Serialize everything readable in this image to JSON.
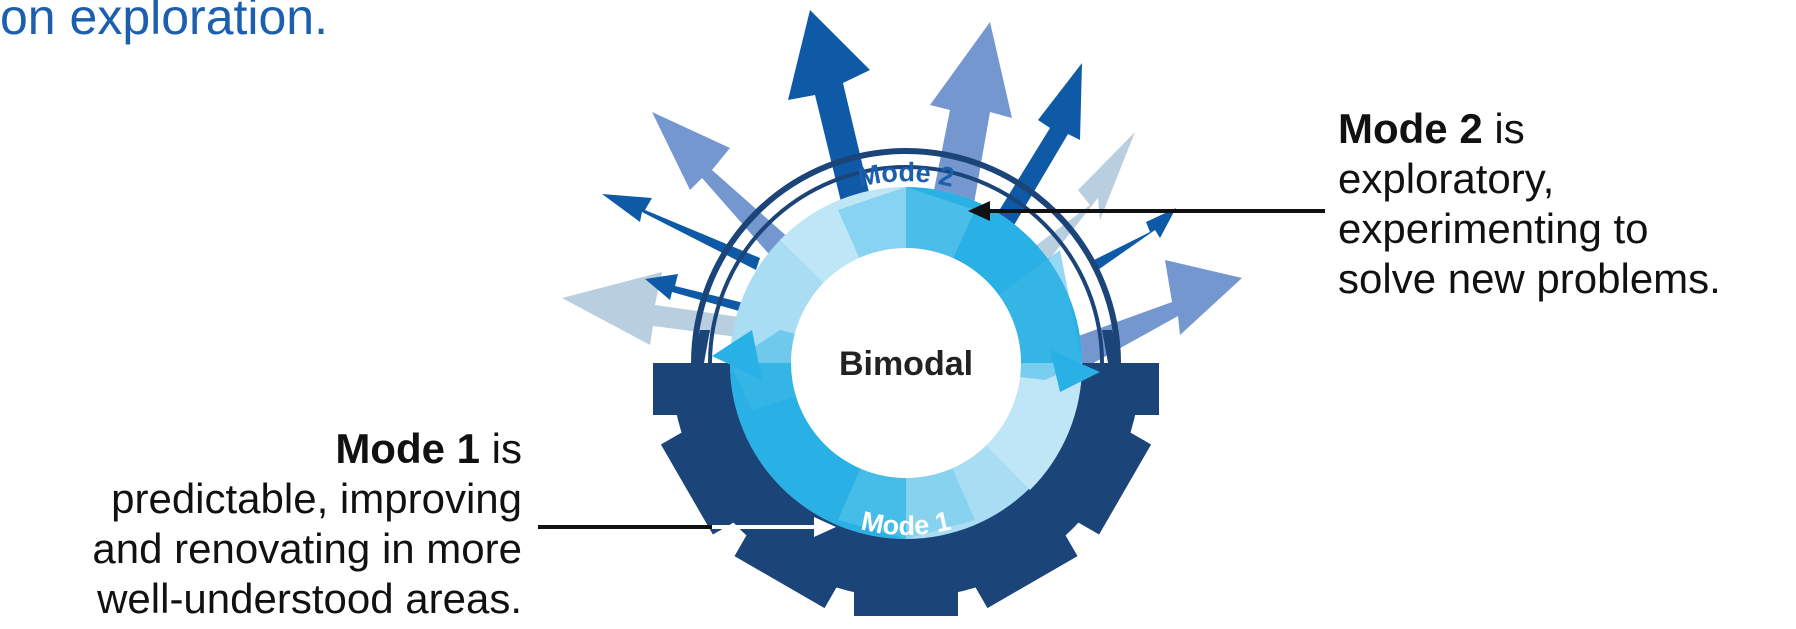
{
  "heading": {
    "fragment": "on exploration."
  },
  "diagram": {
    "center_label": "Bimodal",
    "mode2_ring_label": "Mode 2",
    "mode1_ring_label": "Mode 1",
    "colors": {
      "dark_navy": "#1b4478",
      "royal_blue": "#0f5aa6",
      "periwinkle": "#7597cf",
      "pale_blue": "#b9cfe0",
      "sky_blue": "#29b0e4",
      "light_sky": "#a9ddf3",
      "heading_blue": "#1b5fae"
    }
  },
  "callouts": {
    "mode2": {
      "title": "Mode 2",
      "line1": " is",
      "line2": "exploratory,",
      "line3": "experimenting to",
      "line4": "solve new problems."
    },
    "mode1": {
      "title": "Mode 1",
      "line1": " is",
      "line2": "predictable, improving",
      "line3": "and renovating in more",
      "line4": "well-understood areas."
    }
  }
}
